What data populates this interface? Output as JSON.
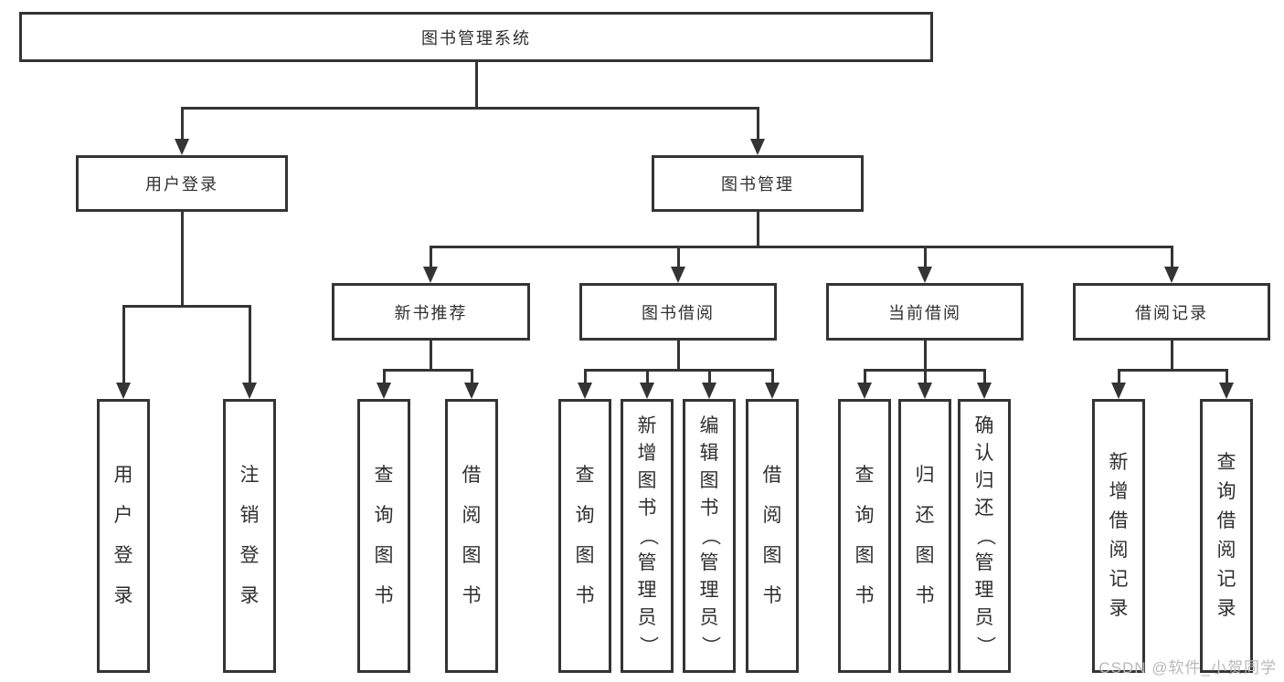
{
  "diagram": {
    "root": "图书管理系统",
    "level2": {
      "user_login": "用户登录",
      "book_management": "图书管理"
    },
    "level3": {
      "new_book_recommend": "新书推荐",
      "book_borrowing": "图书借阅",
      "current_borrowing": "当前借阅",
      "borrowing_records": "借阅记录"
    },
    "leaves": {
      "user_login": [
        "用户登录",
        "注销登录"
      ],
      "new_book_recommend": [
        "查询图书",
        "借阅图书"
      ],
      "book_borrowing": [
        "查询图书",
        "新增图书（管理员）",
        "编辑图书（管理员）",
        "借阅图书"
      ],
      "current_borrowing": [
        "查询图书",
        "归还图书",
        "确认归还（管理员）"
      ],
      "borrowing_records": [
        "新增借阅记录",
        "查询借阅记录"
      ]
    }
  },
  "watermark": {
    "text": "CSDN @软件_小贺同学",
    "color": "#b9b9b9"
  },
  "colors": {
    "line": "#343434",
    "box_border": "#343434",
    "text": "#2f2f2f",
    "background": "#ffffff"
  }
}
